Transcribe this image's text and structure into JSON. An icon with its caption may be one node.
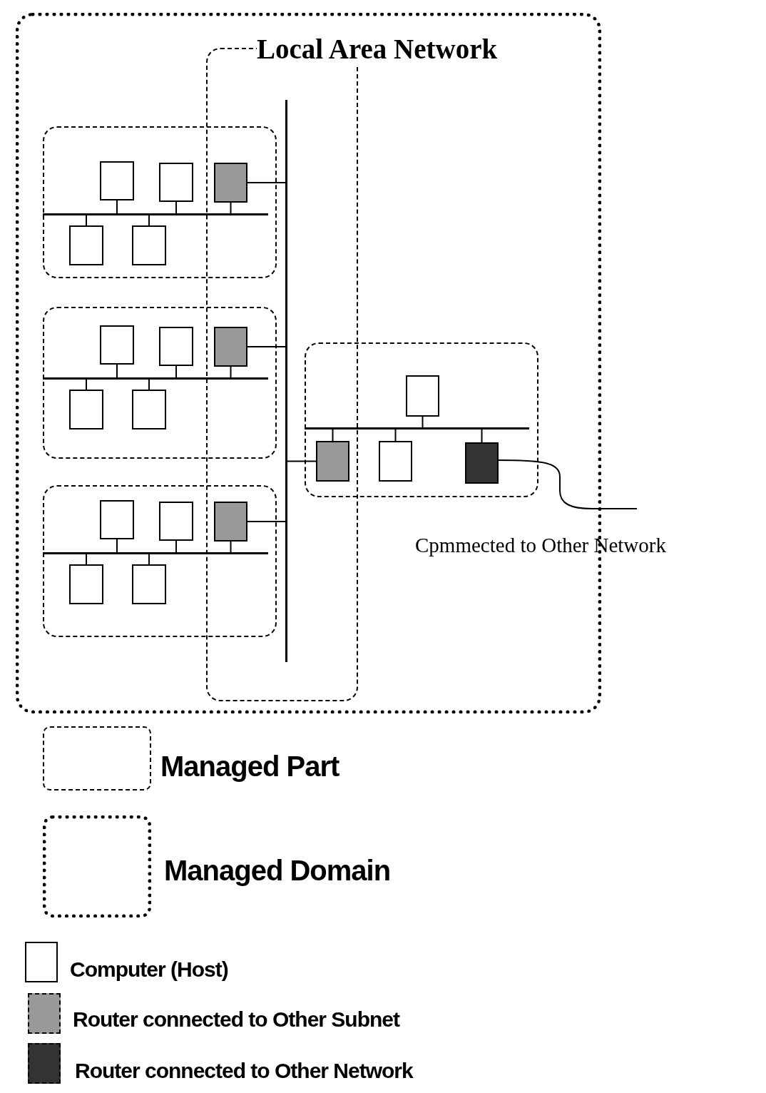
{
  "diagram": {
    "nodes": [
      {
        "text": [
          "Local Area Network"
        ]
      },
      {
        "text": [],
        "shape": "box",
        "in": 0
      },
      {
        "text": [],
        "shape": "bar",
        "in": 1
      },
      {
        "text": [],
        "shape": "box",
        "in": 0
      },
      {
        "text": [],
        "shape": "bar",
        "in": 3
      },
      {
        "text": [],
        "shape": "box",
        "in": 3
      },
      {
        "text": [],
        "shape": "box",
        "in": 3
      },
      {
        "text": [],
        "shape": "box"
      },
      {
        "text": [],
        "shape": "box",
        "in": 3
      },
      {
        "text": [],
        "shape": "box",
        "in": 3
      },
      {
        "text": [],
        "shape": "box",
        "in": 0
      },
      {
        "text": [],
        "shape": "bar",
        "in": 10
      },
      {
        "text": [],
        "shape": "box",
        "in": 10
      },
      {
        "text": [],
        "shape": "box",
        "in": 10
      },
      {
        "text": [],
        "shape": "box"
      },
      {
        "text": [],
        "shape": "box",
        "in": 10
      },
      {
        "text": [],
        "shape": "box",
        "in": 10
      },
      {
        "text": [],
        "shape": "box",
        "in": 0
      },
      {
        "text": [],
        "shape": "bar",
        "in": 17
      },
      {
        "text": [],
        "shape": "box",
        "in": 17
      },
      {
        "text": [],
        "shape": "box",
        "in": 17
      },
      {
        "text": [],
        "shape": "box"
      },
      {
        "text": [],
        "shape": "box",
        "in": 17
      },
      {
        "text": [],
        "shape": "box",
        "in": 17
      },
      {
        "text": [],
        "shape": "box",
        "in": 0
      },
      {
        "text": [],
        "shape": "bar",
        "in": 24
      },
      {
        "text": [],
        "shape": "box",
        "in": 24
      },
      {
        "text": [],
        "shape": "box"
      },
      {
        "text": [],
        "shape": "box",
        "in": 24
      },
      {
        "text": [],
        "shape": "box",
        "in": 24
      }
    ],
    "edges": [
      {
        "from": 5,
        "to": 4,
        "arrow": "none"
      },
      {
        "from": 6,
        "to": 4,
        "arrow": "none"
      },
      {
        "from": 7,
        "to": 4,
        "arrow": "none"
      },
      {
        "from": 8,
        "to": 4,
        "arrow": "none"
      },
      {
        "from": 9,
        "to": 4,
        "arrow": "none"
      },
      {
        "from": 7,
        "to": 2,
        "arrow": "none"
      },
      {
        "from": 12,
        "to": 11,
        "arrow": "none"
      },
      {
        "from": 13,
        "to": 11,
        "arrow": "none"
      },
      {
        "from": 14,
        "to": 11,
        "arrow": "none"
      },
      {
        "from": 15,
        "to": 11,
        "arrow": "none"
      },
      {
        "from": 16,
        "to": 11,
        "arrow": "none"
      },
      {
        "from": 14,
        "to": 2,
        "arrow": "none"
      },
      {
        "from": 19,
        "to": 18,
        "arrow": "none"
      },
      {
        "from": 20,
        "to": 18,
        "arrow": "none"
      },
      {
        "from": 21,
        "to": 18,
        "arrow": "none"
      },
      {
        "from": 22,
        "to": 18,
        "arrow": "none"
      },
      {
        "from": 23,
        "to": 18,
        "arrow": "none"
      },
      {
        "from": 21,
        "to": 2,
        "arrow": "none"
      },
      {
        "from": 26,
        "to": 25,
        "arrow": "none"
      },
      {
        "from": 27,
        "to": 25,
        "arrow": "none"
      },
      {
        "from": 28,
        "to": 25,
        "arrow": "none"
      },
      {
        "from": 29,
        "to": 25,
        "arrow": "none"
      },
      {
        "from": 27,
        "to": 2,
        "arrow": "none"
      },
      {
        "from": 29,
        "to": null,
        "arrow": "none"
      }
    ],
    "labels": [
      "Cpmmected to Other Network"
    ],
    "legend": [
      {
        "text": "Managed Part"
      },
      {
        "text": "Managed Domain"
      },
      {
        "text": "Computer (Host)"
      },
      {
        "text": "Router connected to Other Subnet",
        "color": "#999999"
      },
      {
        "text": "Router connected to Other Network",
        "color": "#333333"
      }
    ]
  }
}
